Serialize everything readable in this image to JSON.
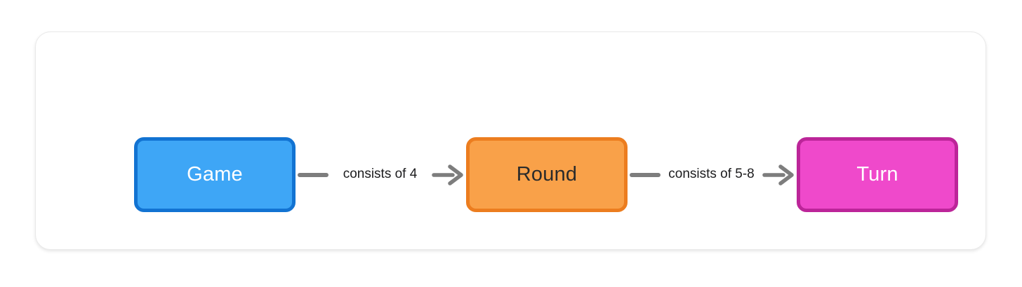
{
  "diagram": {
    "nodes": [
      {
        "id": "game",
        "label": "Game",
        "fill": "#3EA6F6",
        "border": "#1273D2",
        "text_color": "#FFFFFF"
      },
      {
        "id": "round",
        "label": "Round",
        "fill": "#F9A149",
        "border": "#EC7D1F",
        "text_color": "#2B2B2B"
      },
      {
        "id": "turn",
        "label": "Turn",
        "fill": "#EF49CB",
        "border": "#BC2599",
        "text_color": "#FFFFFF"
      }
    ],
    "edges": [
      {
        "from": "game",
        "to": "round",
        "label": "consists of 4"
      },
      {
        "from": "round",
        "to": "turn",
        "label": "consists of 5-8"
      }
    ],
    "colors": {
      "edge": "#7D7D7D",
      "edge_label": "#1C1C1E",
      "card_background": "#FFFFFF"
    }
  }
}
